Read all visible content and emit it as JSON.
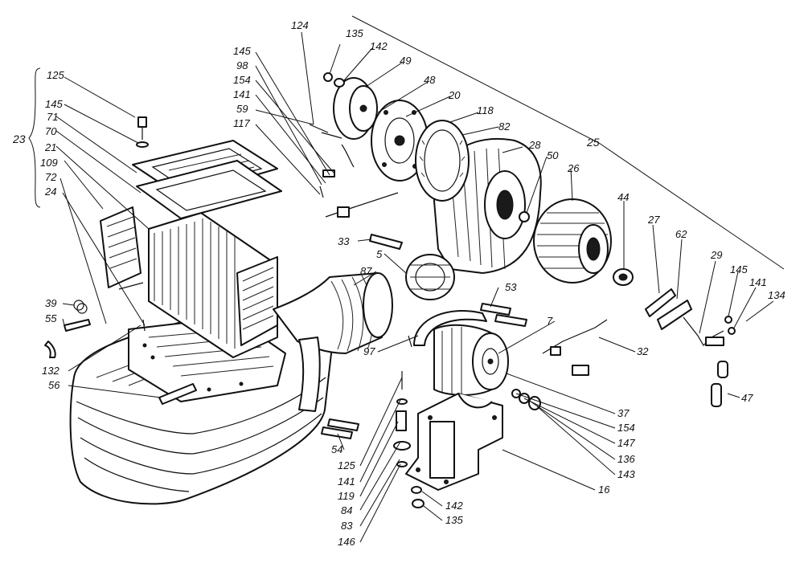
{
  "labels": {
    "l125a": "125",
    "l145a": "145",
    "l70": "70",
    "l71": "71",
    "l21": "21",
    "l109": "109",
    "l72": "72",
    "l24": "24",
    "l23": "23",
    "l124": "124",
    "l135a": "135",
    "l142a": "142",
    "l49": "49",
    "l48": "48",
    "l20": "20",
    "l118": "118",
    "l82": "82",
    "l28": "28",
    "l50": "50",
    "l26": "26",
    "l25": "25",
    "l44": "44",
    "l27": "27",
    "l62": "62",
    "l29": "29",
    "l145b": "145",
    "l141a": "141",
    "l134": "134",
    "l47": "47",
    "l145c": "145",
    "l98": "98",
    "l154a": "154",
    "l141b": "141",
    "l59": "59",
    "l117": "117",
    "l33": "33",
    "l5": "5",
    "l87": "87",
    "l53": "53",
    "l7": "7",
    "l32": "32",
    "l97": "97",
    "l39": "39",
    "l55": "55",
    "l132": "132",
    "l56": "56",
    "l54": "54",
    "l125b": "125",
    "l141c": "141",
    "l119": "119",
    "l84": "84",
    "l83": "83",
    "l146": "146",
    "l37": "37",
    "l154b": "154",
    "l147": "147",
    "l136": "136",
    "l143": "143",
    "l16": "16",
    "l142b": "142",
    "l135b": "135"
  }
}
